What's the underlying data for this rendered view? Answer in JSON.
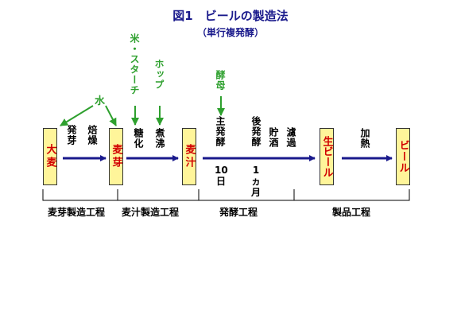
{
  "title": "図1　ビールの製造法",
  "subtitle": "（単行複発酵）",
  "boxes": {
    "omugi": "大麦",
    "bakuga": "麦芽",
    "bakujuu": "麦汁",
    "nama_beer": "生ビール",
    "beer": "ビール"
  },
  "inputs": {
    "water": "水",
    "rice_starch": "米・スターチ",
    "hops": "ホップ",
    "yeast": "酵母"
  },
  "operations": {
    "hatsuga": "発芽",
    "baisou": "焙燥",
    "touka": "糖化",
    "shafutsu": "煮沸",
    "shu_hakkou": "主発酵",
    "ko_hakkou": "後発酵",
    "choshu": "貯酒",
    "roka": "濾過",
    "kanetsu": "加熱"
  },
  "durations": {
    "main": "10日",
    "post": "1ヵ月"
  },
  "stages": {
    "bakuga_seizou": "麦芽製造工程",
    "bakujuu_seizou": "麦汁製造工程",
    "hakkou": "発酵工程",
    "seihin": "製品工程"
  },
  "colors": {
    "title": "#1a1a8c",
    "flow_arrow": "#1a1a8c",
    "input_green": "#2ea02e",
    "box_fill": "#fff59a",
    "box_text": "#d10000"
  }
}
